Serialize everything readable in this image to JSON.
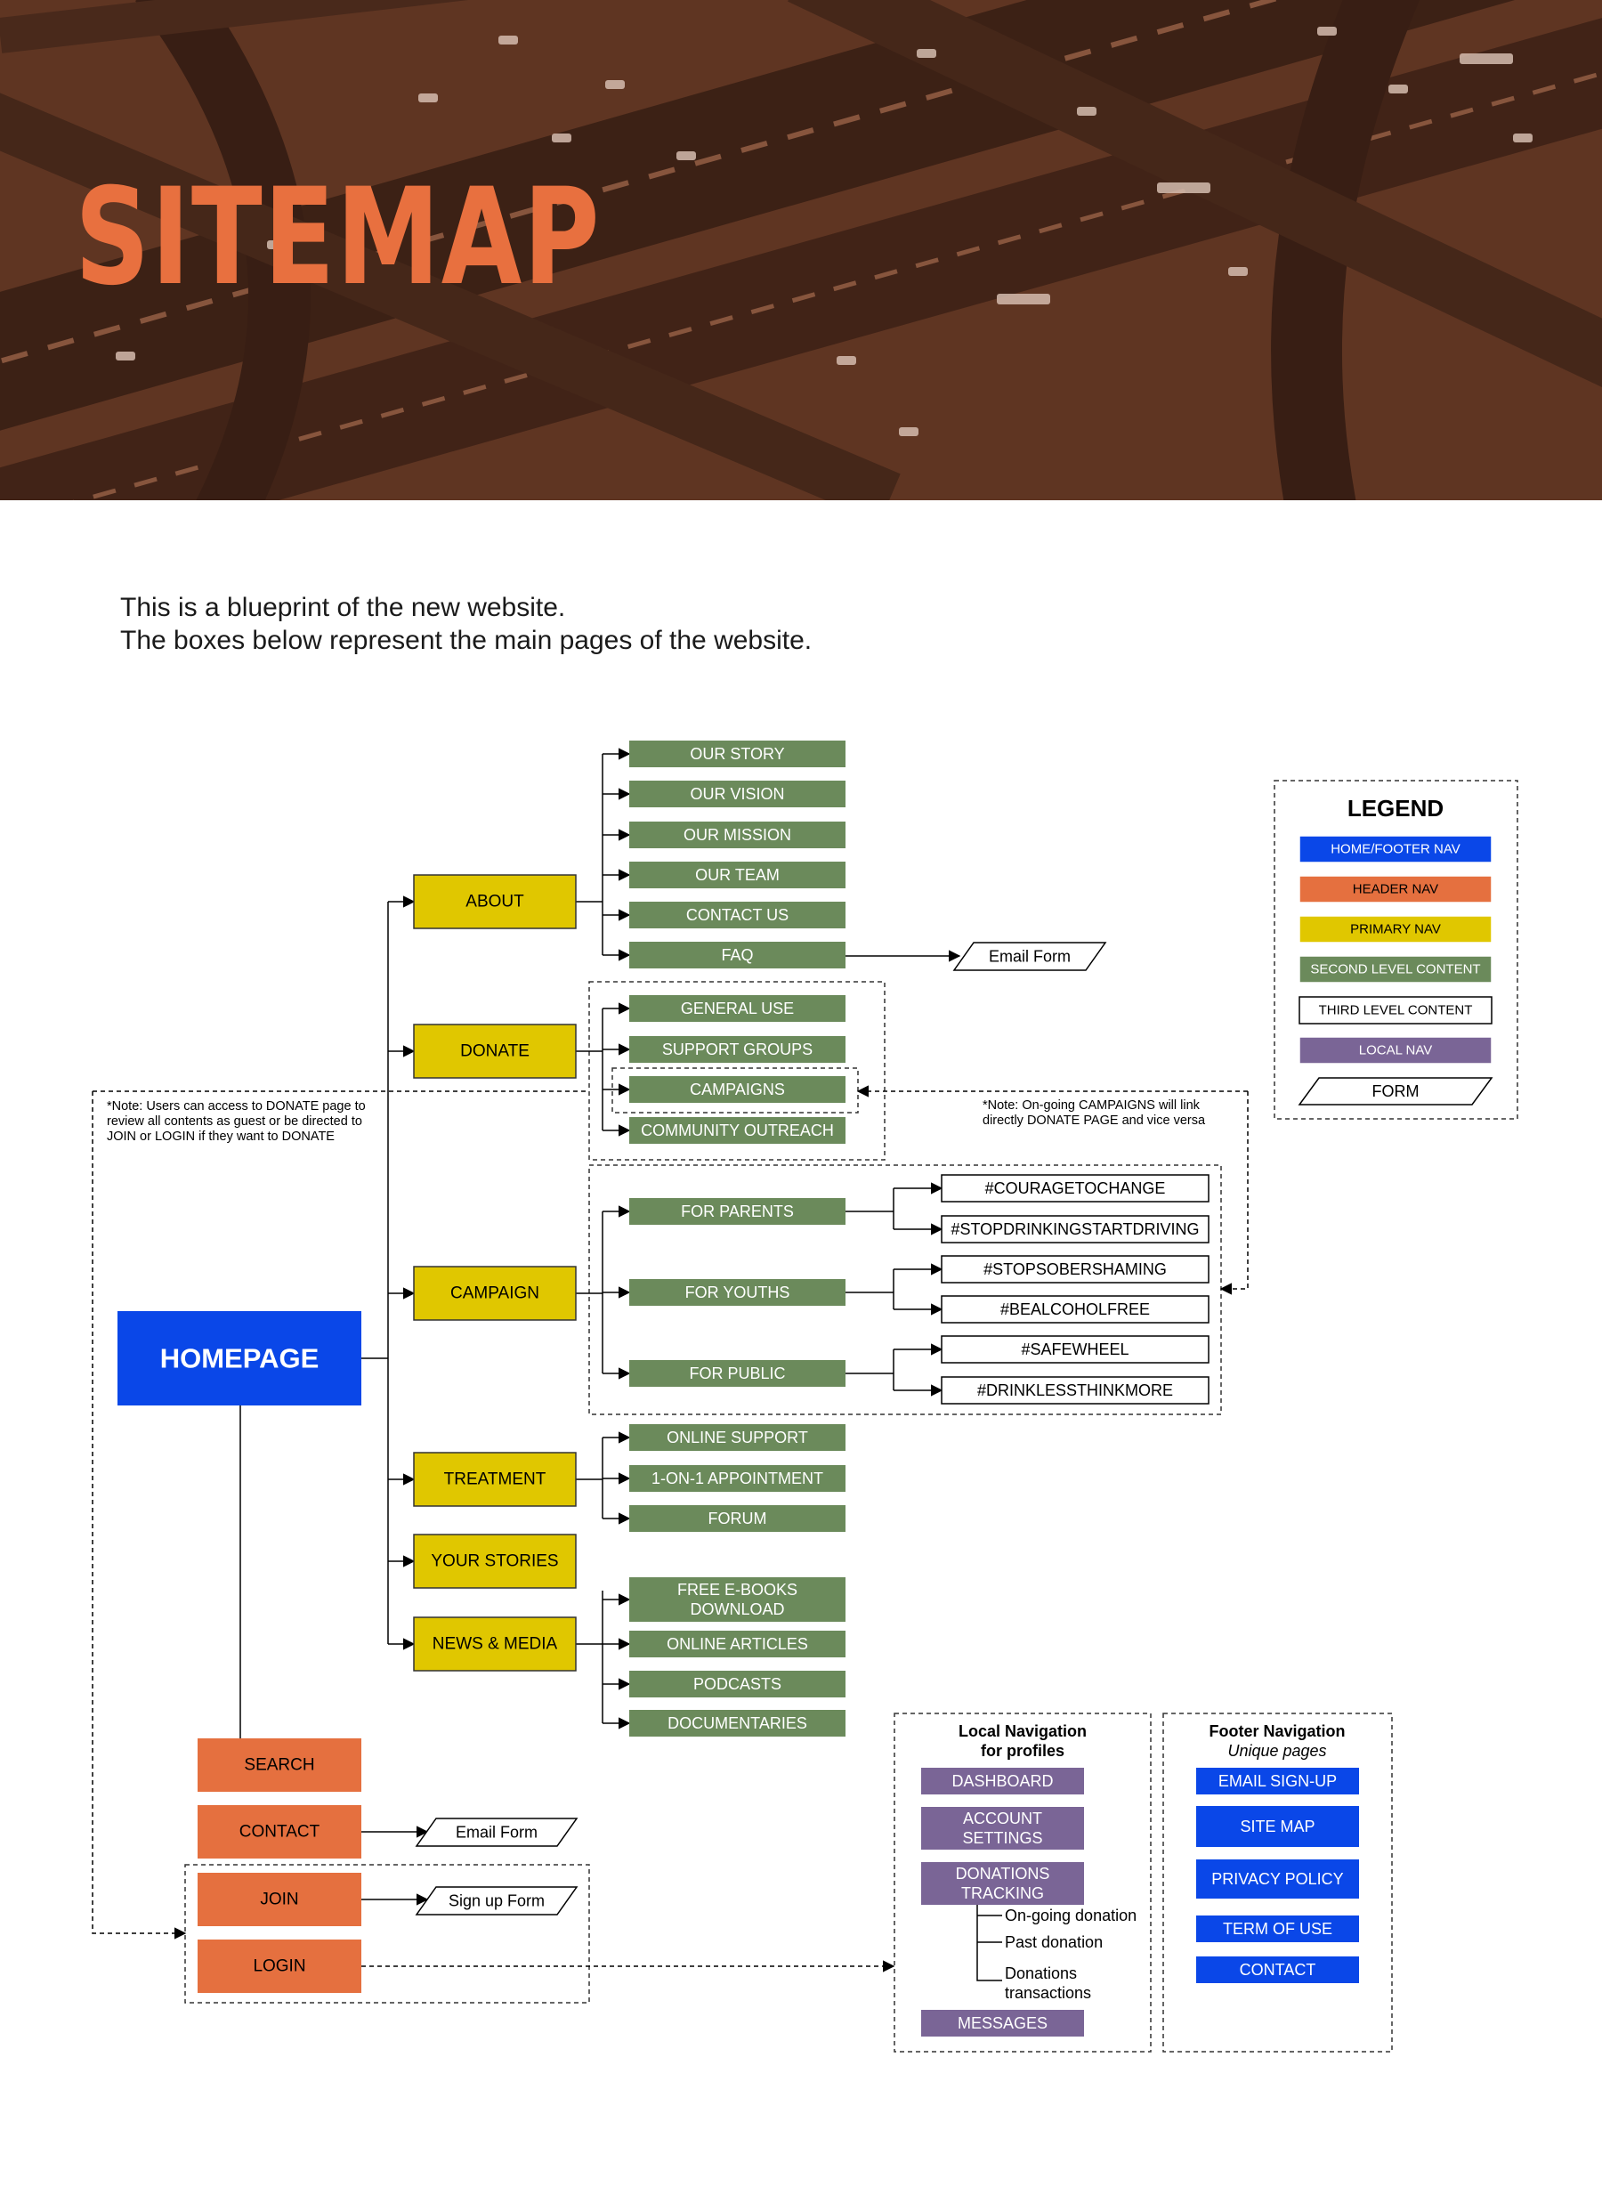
{
  "title": "SITEMAP",
  "intro": {
    "line1": "This is a blueprint of the new website.",
    "line2": "The boxes below represent the main pages of the website."
  },
  "colors": {
    "home_footer_nav": "#0a47e8",
    "header_nav": "#e5703f",
    "primary_nav": "#e0c700",
    "second_level": "#6b8a5b",
    "third_level": "#ffffff",
    "local_nav": "#7a6596",
    "form": "#ffffff",
    "hero_tint": "#6b3a25",
    "title_accent": "#e8703f"
  },
  "sitemap": {
    "homepage": "HOMEPAGE",
    "primary_nav": [
      "ABOUT",
      "DONATE",
      "CAMPAIGN",
      "TREATMENT",
      "YOUR STORIES",
      "NEWS & MEDIA"
    ],
    "about_pages": [
      "OUR STORY",
      "OUR VISION",
      "OUR MISSION",
      "OUR TEAM",
      "CONTACT US",
      "FAQ"
    ],
    "faq_form": "Email Form",
    "donate_pages": [
      "GENERAL USE",
      "SUPPORT GROUPS",
      "CAMPAIGNS",
      "COMMUNITY OUTREACH"
    ],
    "campaign_groups": [
      "FOR PARENTS",
      "FOR YOUTHS",
      "FOR PUBLIC"
    ],
    "campaign_tags": [
      "#COURAGETOCHANGE",
      "#STOPDRINKINGSTARTDRIVING",
      "#STOPSOBERSHAMING",
      "#BEALCOHOLFREE",
      "#SAFEWHEEL",
      "#DRINKLESSTHINKMORE"
    ],
    "treatment_pages": [
      "ONLINE SUPPORT",
      "1-ON-1 APPOINTMENT",
      "FORUM"
    ],
    "news_pages": [
      "FREE E-BOOKS DOWNLOAD",
      "ONLINE ARTICLES",
      "PODCASTS",
      "DOCUMENTARIES"
    ],
    "header_nav": [
      "SEARCH",
      "CONTACT",
      "JOIN",
      "LOGIN"
    ],
    "contact_form": "Email Form",
    "join_form": "Sign up Form",
    "note_donate": "*Note: Users can access to DONATE page to review all contents as guest or be directed to JOIN or LOGIN if they want to DONATE",
    "note_campaigns": "*Note: On-going CAMPAIGNS will link directly DONATE PAGE  and vice versa"
  },
  "local_nav": {
    "title": "Local Navigation",
    "subtitle": "for profiles",
    "items": [
      "DASHBOARD",
      "ACCOUNT SETTINGS",
      "DONATIONS TRACKING",
      "MESSAGES"
    ],
    "tracking_sub": [
      "On-going donation",
      "Past donation",
      "Donations transactions"
    ]
  },
  "footer_nav": {
    "title": "Footer Navigation",
    "subtitle": "Unique pages",
    "items": [
      "EMAIL SIGN-UP",
      "SITE MAP",
      "PRIVACY POLICY",
      "TERM OF USE",
      "CONTACT"
    ]
  },
  "legend": {
    "title": "LEGEND",
    "items": [
      {
        "label": "HOME/FOOTER NAV",
        "kind": "home_footer_nav"
      },
      {
        "label": "HEADER NAV",
        "kind": "header_nav"
      },
      {
        "label": "PRIMARY NAV",
        "kind": "primary_nav"
      },
      {
        "label": "SECOND LEVEL CONTENT",
        "kind": "second_level"
      },
      {
        "label": "THIRD LEVEL CONTENT",
        "kind": "third_level"
      },
      {
        "label": "LOCAL NAV",
        "kind": "local_nav"
      },
      {
        "label": "FORM",
        "kind": "form"
      }
    ]
  }
}
